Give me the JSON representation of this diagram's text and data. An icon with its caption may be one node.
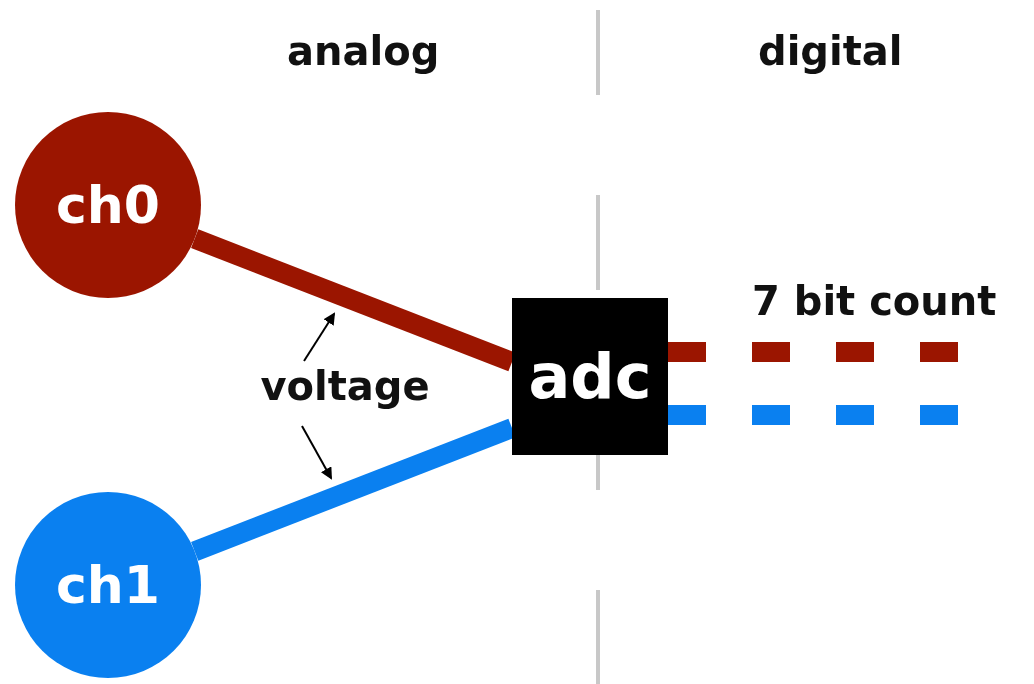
{
  "diagram": {
    "nodes": [
      {
        "text": [
          "ch0"
        ]
      },
      {
        "text": [
          "ch1"
        ]
      },
      {
        "text": [
          "adc"
        ]
      },
      {
        "text": [
          "voltage"
        ]
      }
    ],
    "edges": [
      {
        "from": 0,
        "to": 2,
        "arrow": "none",
        "color": "#9b1500"
      },
      {
        "from": 1,
        "to": 2,
        "arrow": "none",
        "color": "#0a80f0"
      },
      {
        "from": 2,
        "to": null,
        "arrow": "none",
        "style": "dashed",
        "color": "#9b1500"
      },
      {
        "from": 2,
        "to": null,
        "arrow": "none",
        "style": "dashed",
        "color": "#0a80f0"
      },
      {
        "from": 3,
        "to": null,
        "arrow": "to",
        "color": "#000000"
      },
      {
        "from": 3,
        "to": null,
        "arrow": "to",
        "color": "#000000"
      }
    ],
    "labels": [
      "analog",
      "digital",
      "7 bit count"
    ]
  }
}
